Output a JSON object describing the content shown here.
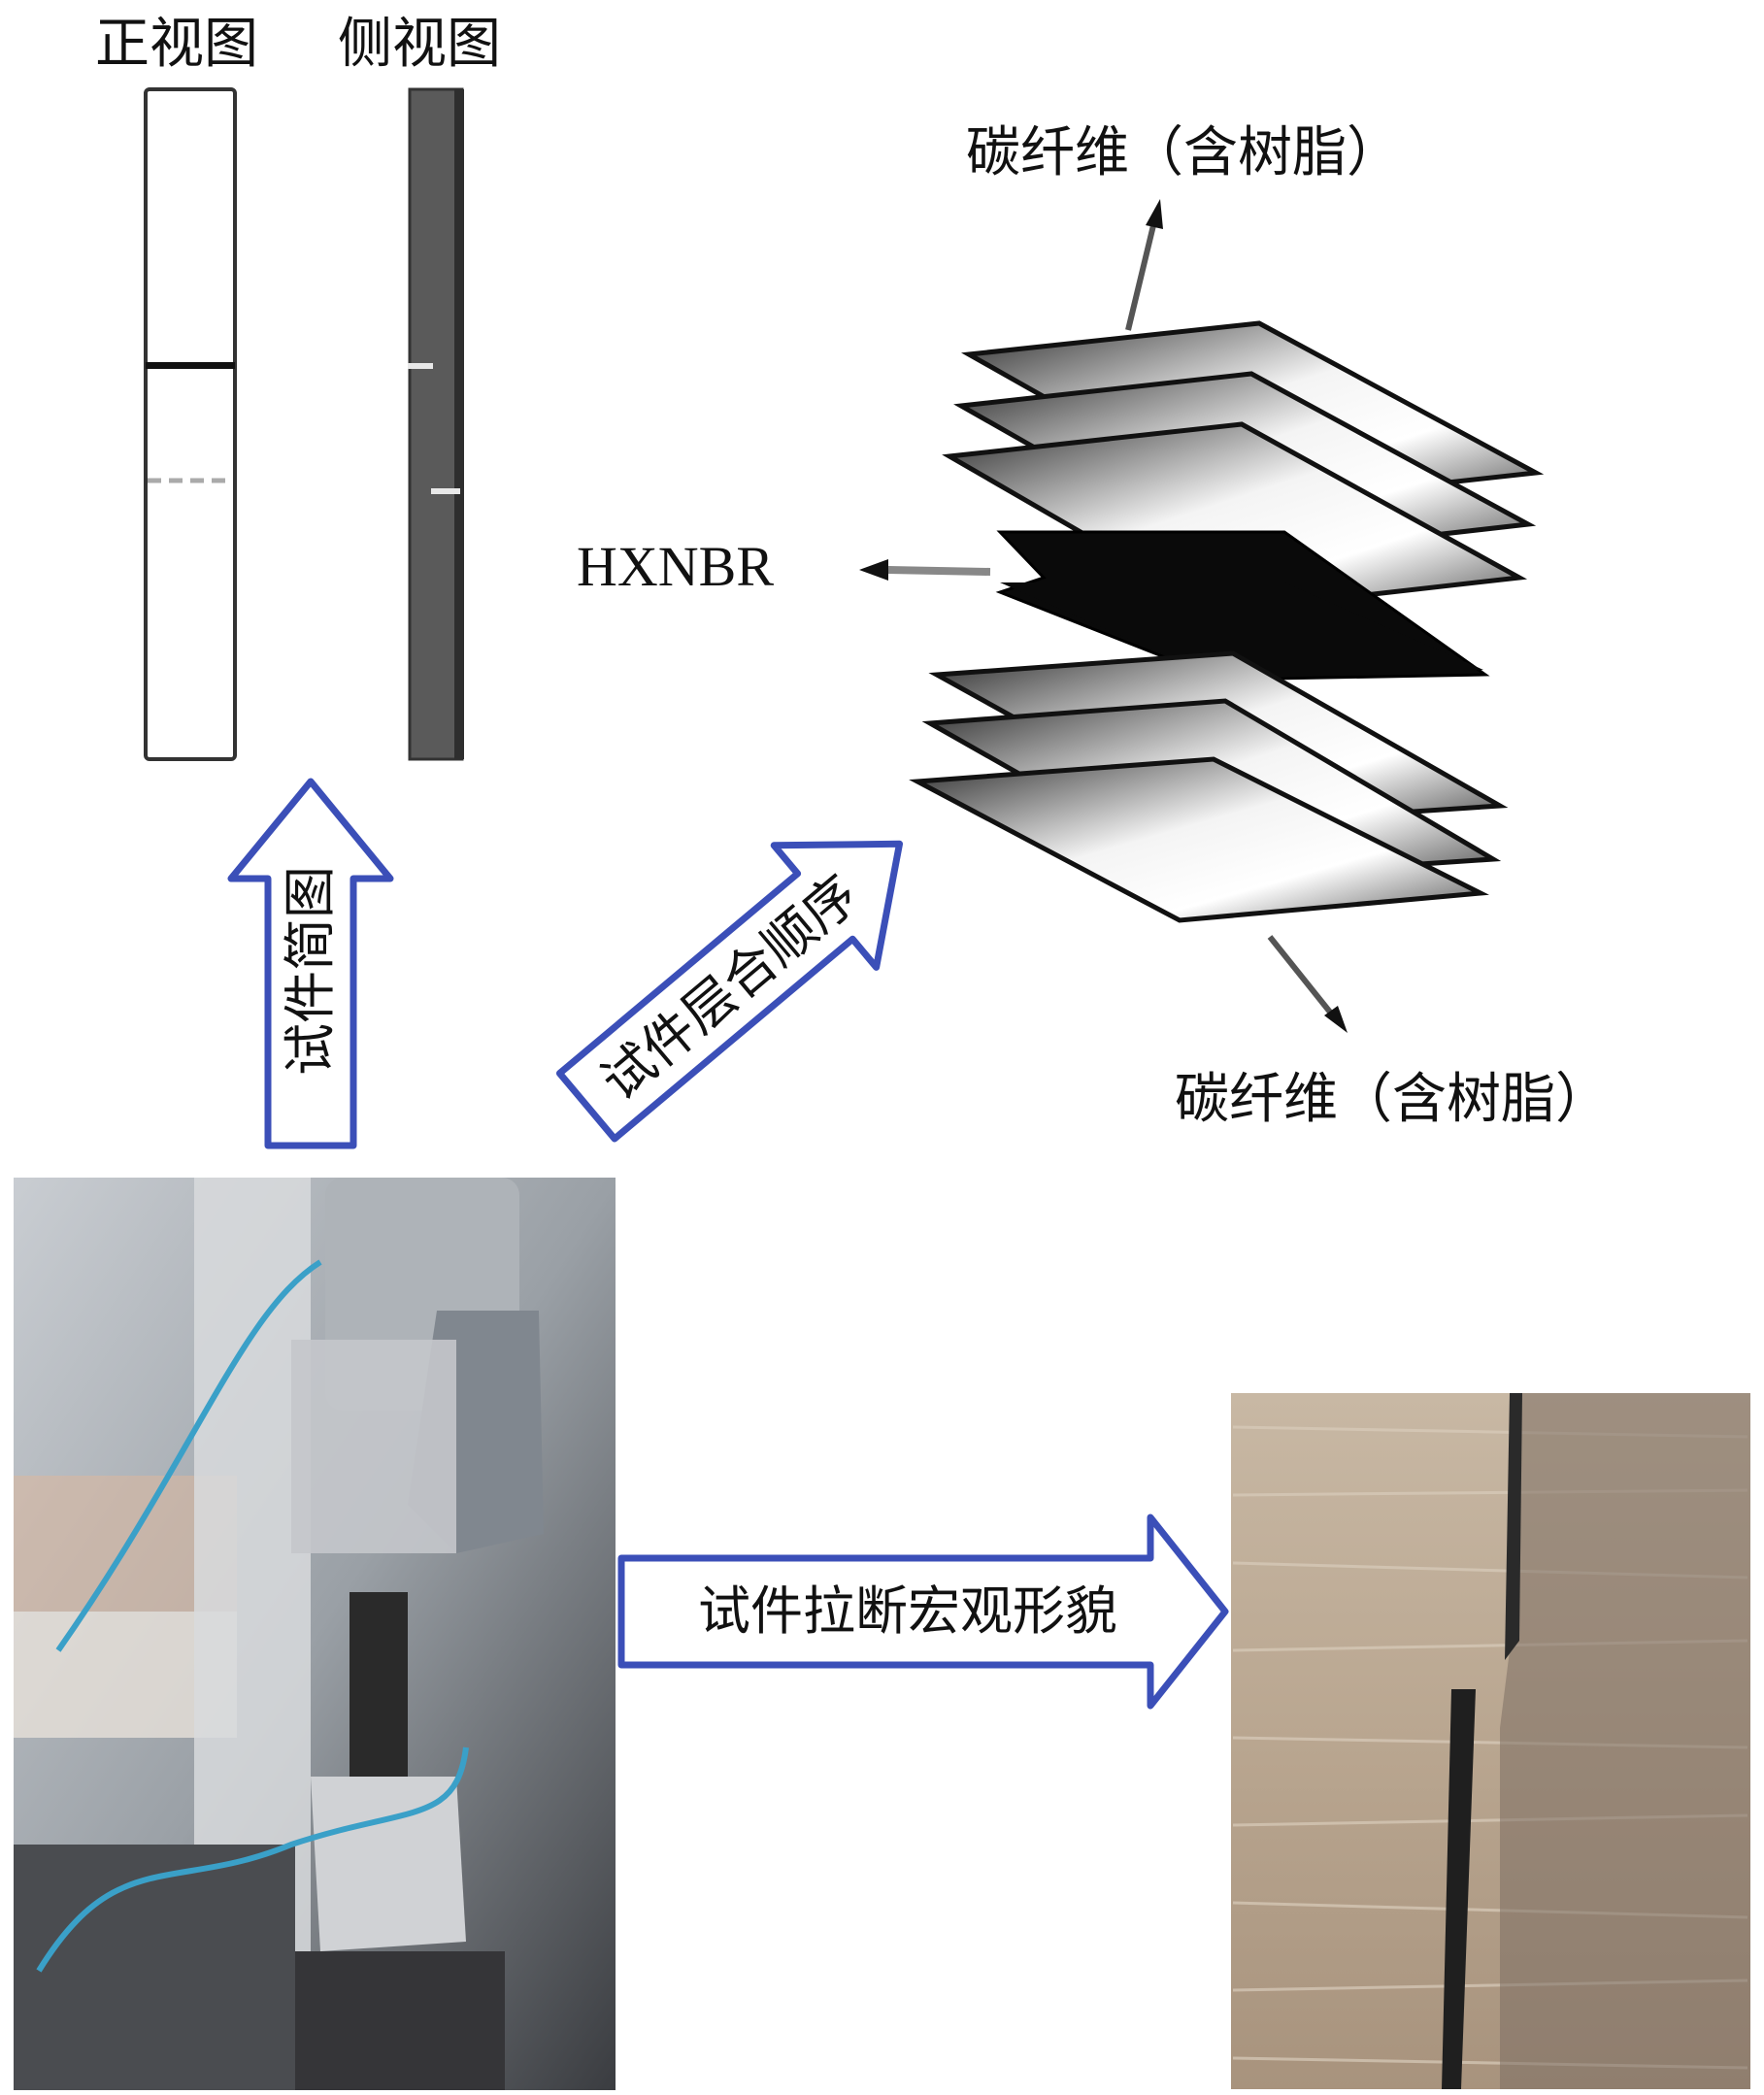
{
  "views": {
    "front_label": "正视图",
    "side_label": "侧视图"
  },
  "layers": {
    "top_label": "碳纤维（含树脂）",
    "middle_label": "HXNBR",
    "bottom_label": "碳纤维（含树脂）"
  },
  "arrows": {
    "up_label": "试件简图",
    "diagonal_label": "试件层合顺序",
    "right_label": "试件拉断宏观形貌"
  },
  "colors": {
    "arrow_border": "#3b4fb8",
    "arrow_fill": "#ffffff",
    "side_bar": "#5a5a5a",
    "rubber_layer": "#0a0a0a"
  }
}
